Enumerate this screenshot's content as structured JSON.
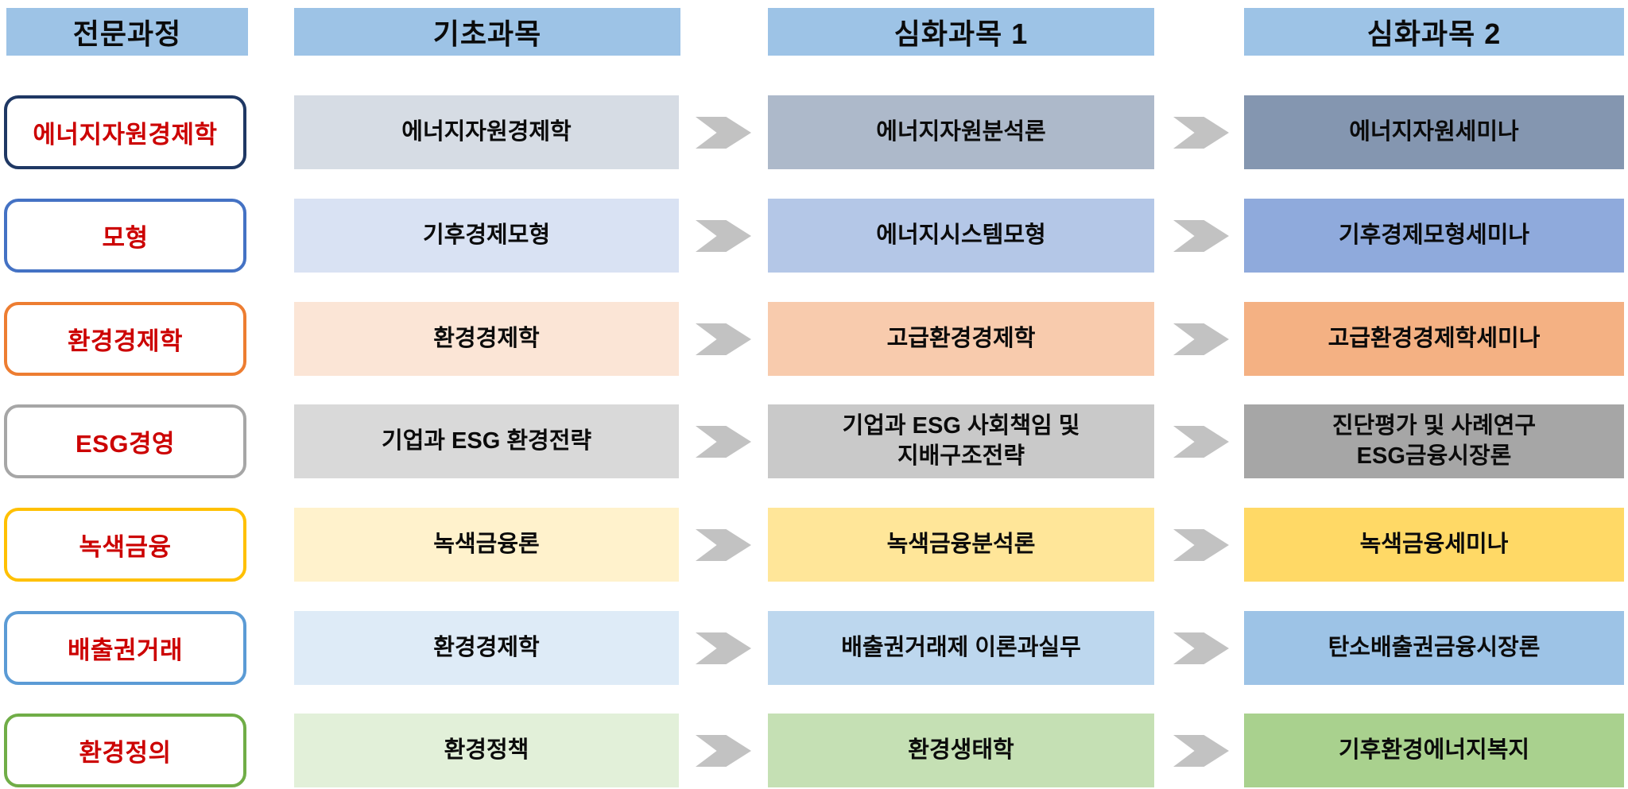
{
  "diagram_title": "curriculum-track-flow",
  "theme": {
    "header_bg": "#9DC3E6",
    "header_text_color": "#0B0B0B",
    "track_text_color": "#CC0000",
    "arrow_color": "#C2C2C2",
    "background": "#FFFFFF"
  },
  "columns": [
    {
      "label": "전문과정"
    },
    {
      "label": "기초과목"
    },
    {
      "label": "심화과목 1"
    },
    {
      "label": "심화과목 2"
    }
  ],
  "rows": [
    {
      "track": {
        "label": "에너지자원경제학",
        "border_color": "#1F3864"
      },
      "basic": {
        "label": "에너지자원경제학",
        "bg_color": "#D6DCE4"
      },
      "advanced1": {
        "label": "에너지자원분석론",
        "bg_color": "#ADB9CA"
      },
      "advanced2": {
        "label": "에너지자원세미나",
        "bg_color": "#8496B0"
      }
    },
    {
      "track": {
        "label": "모형",
        "border_color": "#4472C4"
      },
      "basic": {
        "label": "기후경제모형",
        "bg_color": "#D9E2F3"
      },
      "advanced1": {
        "label": "에너지시스템모형",
        "bg_color": "#B4C7E7"
      },
      "advanced2": {
        "label": "기후경제모형세미나",
        "bg_color": "#8FAADC"
      }
    },
    {
      "track": {
        "label": "환경경제학",
        "border_color": "#ED7D31"
      },
      "basic": {
        "label": "환경경제학",
        "bg_color": "#FBE5D6"
      },
      "advanced1": {
        "label": "고급환경경제학",
        "bg_color": "#F8CBAD"
      },
      "advanced2": {
        "label": "고급환경경제학세미나",
        "bg_color": "#F4B183"
      }
    },
    {
      "track": {
        "label": "ESG경영",
        "border_color": "#A6A6A6"
      },
      "basic": {
        "label": "기업과 ESG 환경전략",
        "bg_color": "#D9D9D9"
      },
      "advanced1": {
        "label": "기업과 ESG 사회책임 및\n지배구조전략",
        "bg_color": "#C9C9C9"
      },
      "advanced2": {
        "label": "진단평가 및 사례연구\nESG금융시장론",
        "bg_color": "#A6A6A6"
      }
    },
    {
      "track": {
        "label": "녹색금융",
        "border_color": "#FFC000"
      },
      "basic": {
        "label": "녹색금융론",
        "bg_color": "#FFF2CC"
      },
      "advanced1": {
        "label": "녹색금융분석론",
        "bg_color": "#FFE699"
      },
      "advanced2": {
        "label": "녹색금융세미나",
        "bg_color": "#FFD966"
      }
    },
    {
      "track": {
        "label": "배출권거래",
        "border_color": "#5B9BD5"
      },
      "basic": {
        "label": "환경경제학",
        "bg_color": "#DEEBF7"
      },
      "advanced1": {
        "label": "배출권거래제 이론과실무",
        "bg_color": "#BDD7EE"
      },
      "advanced2": {
        "label": "탄소배출권금융시장론",
        "bg_color": "#9DC3E6"
      }
    },
    {
      "track": {
        "label": "환경정의",
        "border_color": "#70AD47"
      },
      "basic": {
        "label": "환경정책",
        "bg_color": "#E2F0D9"
      },
      "advanced1": {
        "label": "환경생태학",
        "bg_color": "#C5E0B4"
      },
      "advanced2": {
        "label": "기후환경에너지복지",
        "bg_color": "#A9D18E"
      }
    }
  ]
}
